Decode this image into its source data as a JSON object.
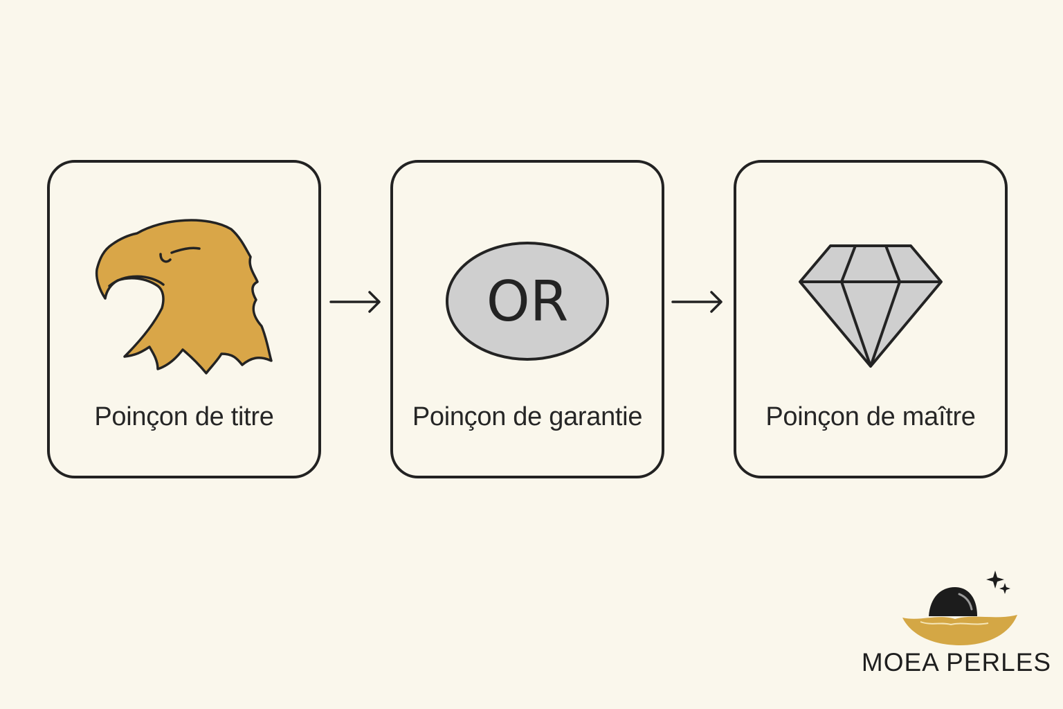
{
  "steps": [
    {
      "label": "Poinçon de titre",
      "icon": "eagle-head-icon"
    },
    {
      "label": "Poinçon de garantie",
      "icon": "or-oval-stamp-icon",
      "stamp_text": "OR"
    },
    {
      "label": "Poinçon de maître",
      "icon": "diamond-icon"
    }
  ],
  "arrows": [
    "arrow-right-icon",
    "arrow-right-icon"
  ],
  "brand": {
    "name": "MOEA PERLES",
    "icon": "pearl-oyster-logo"
  },
  "colors": {
    "background": "#faf7ec",
    "outline": "#222222",
    "eagle_gold": "#d9a648",
    "stamp_grey": "#cfcfcf",
    "diamond_grey": "#cfcfcf",
    "logo_gold": "#d4a745",
    "logo_pearl": "#1c1c1c"
  }
}
